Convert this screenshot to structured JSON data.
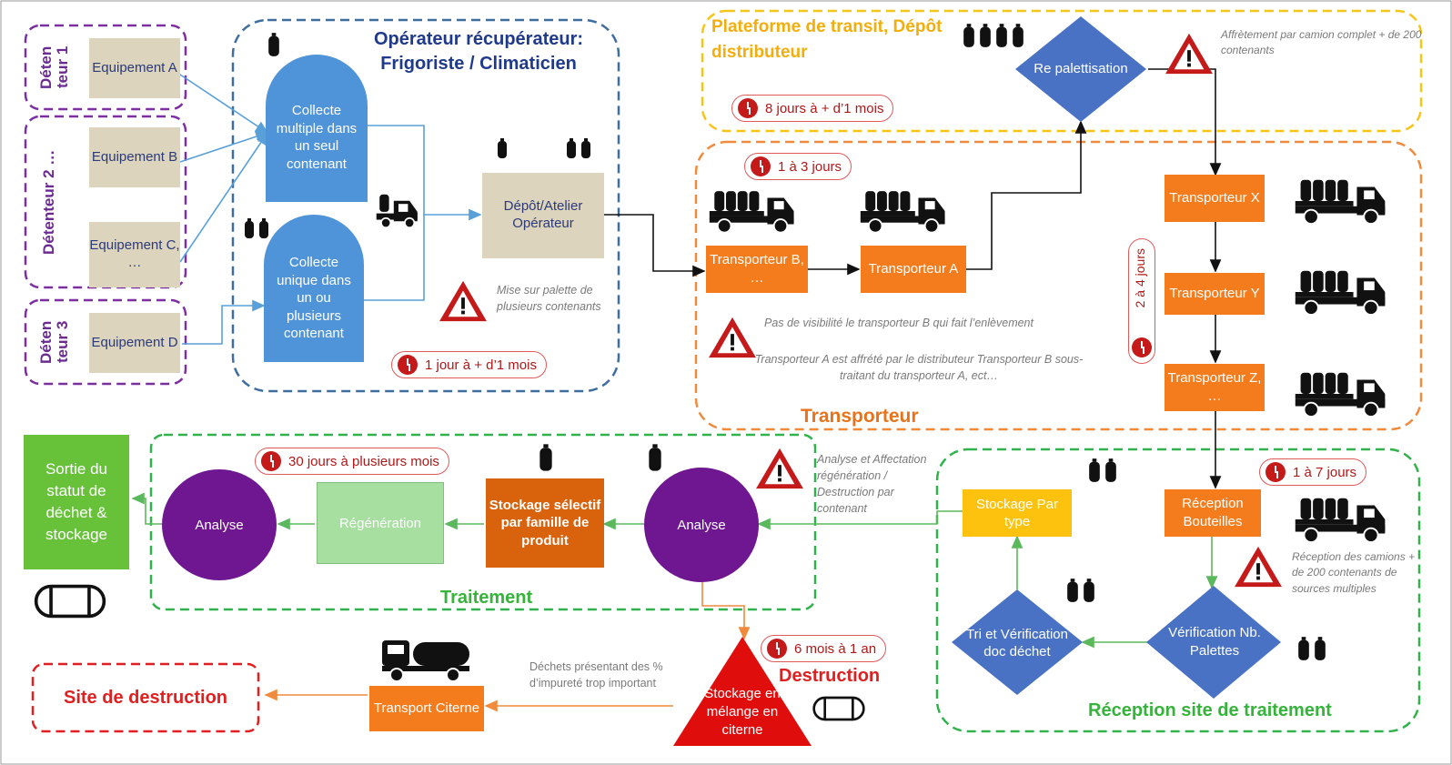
{
  "holders": {
    "h1": "Déten teur 1",
    "h2": "Détenteur 2 …",
    "h3": "Déten teur 3"
  },
  "equipment": {
    "a": "Equipement A",
    "b": "Equipement B",
    "c": "Equipement C, …",
    "d": "Equipement D"
  },
  "operator": {
    "title": "Opérateur récupérateur: Frigoriste / Climaticien",
    "collect_multiple": "Collecte multiple dans un seul contenant",
    "collect_unique": "Collecte unique dans un ou plusieurs contenant",
    "depot": "Dépôt/Atelier Opérateur",
    "note": "Mise sur palette de plusieurs contenants",
    "duration": "1 jour à + d’1 mois"
  },
  "transit": {
    "title": "Plateforme de transit, Dépôt distributeur",
    "duration": "8 jours à + d’1 mois",
    "repal": "Re palettisation",
    "note": "Affrètement par camion complet + de 200  contenants"
  },
  "transport": {
    "title": "Transporteur",
    "duration": "1 à 3 jours",
    "carrier_b": "Transporteur B, …",
    "carrier_a": "Transporteur A",
    "note1": "Pas de visibilité le transporteur B qui fait l’enlèvement",
    "note2": "Transporteur A est affrété par le distributeur Transporteur B sous-traitant du transporteur A, ect…",
    "carrier_x": "Transporteur X",
    "carrier_y": "Transporteur Y",
    "carrier_z": "Transporteur Z, …",
    "duration_vertical": "2 à 4 jours"
  },
  "reception": {
    "title": "Réception site de traitement",
    "duration": "1 à 7 jours",
    "bottles": "Réception Bouteilles",
    "note": "Réception des camions + de 200  contenants de sources multiples",
    "verif_pallets": "Vérification Nb. Palettes",
    "sort": "Tri et Vérification doc déchet",
    "storage_type": "Stockage Par type"
  },
  "treatment": {
    "title": "Traitement",
    "duration": "30 jours à plusieurs mois",
    "analysis1": "Analyse",
    "storage_selective": "Stockage sélectif  par famille de produit",
    "regeneration": "Régénération",
    "analysis2": "Analyse",
    "exit": "Sortie du statut de déchet & stockage",
    "note": "Analyse et Affectation régénération / Destruction par contenant"
  },
  "destruction": {
    "title": "Destruction",
    "duration": "6 mois à 1 an",
    "storage_mix": "Stockage en mélange en citerne",
    "note": "Déchets présentant des % d’impureté trop important",
    "transport": "Transport Citerne",
    "site": "Site de destruction"
  },
  "colors": {
    "holder": "#7b2fa0",
    "operator": "#3f6e9e",
    "transit": "#f5c518",
    "transport": "#f08a3c",
    "treatment": "#2fb34a",
    "destruction": "#e02020",
    "arrow_blue": "#5aa0d8",
    "arrow_green": "#5cb85c",
    "arrow_orange": "#f08a3c"
  }
}
